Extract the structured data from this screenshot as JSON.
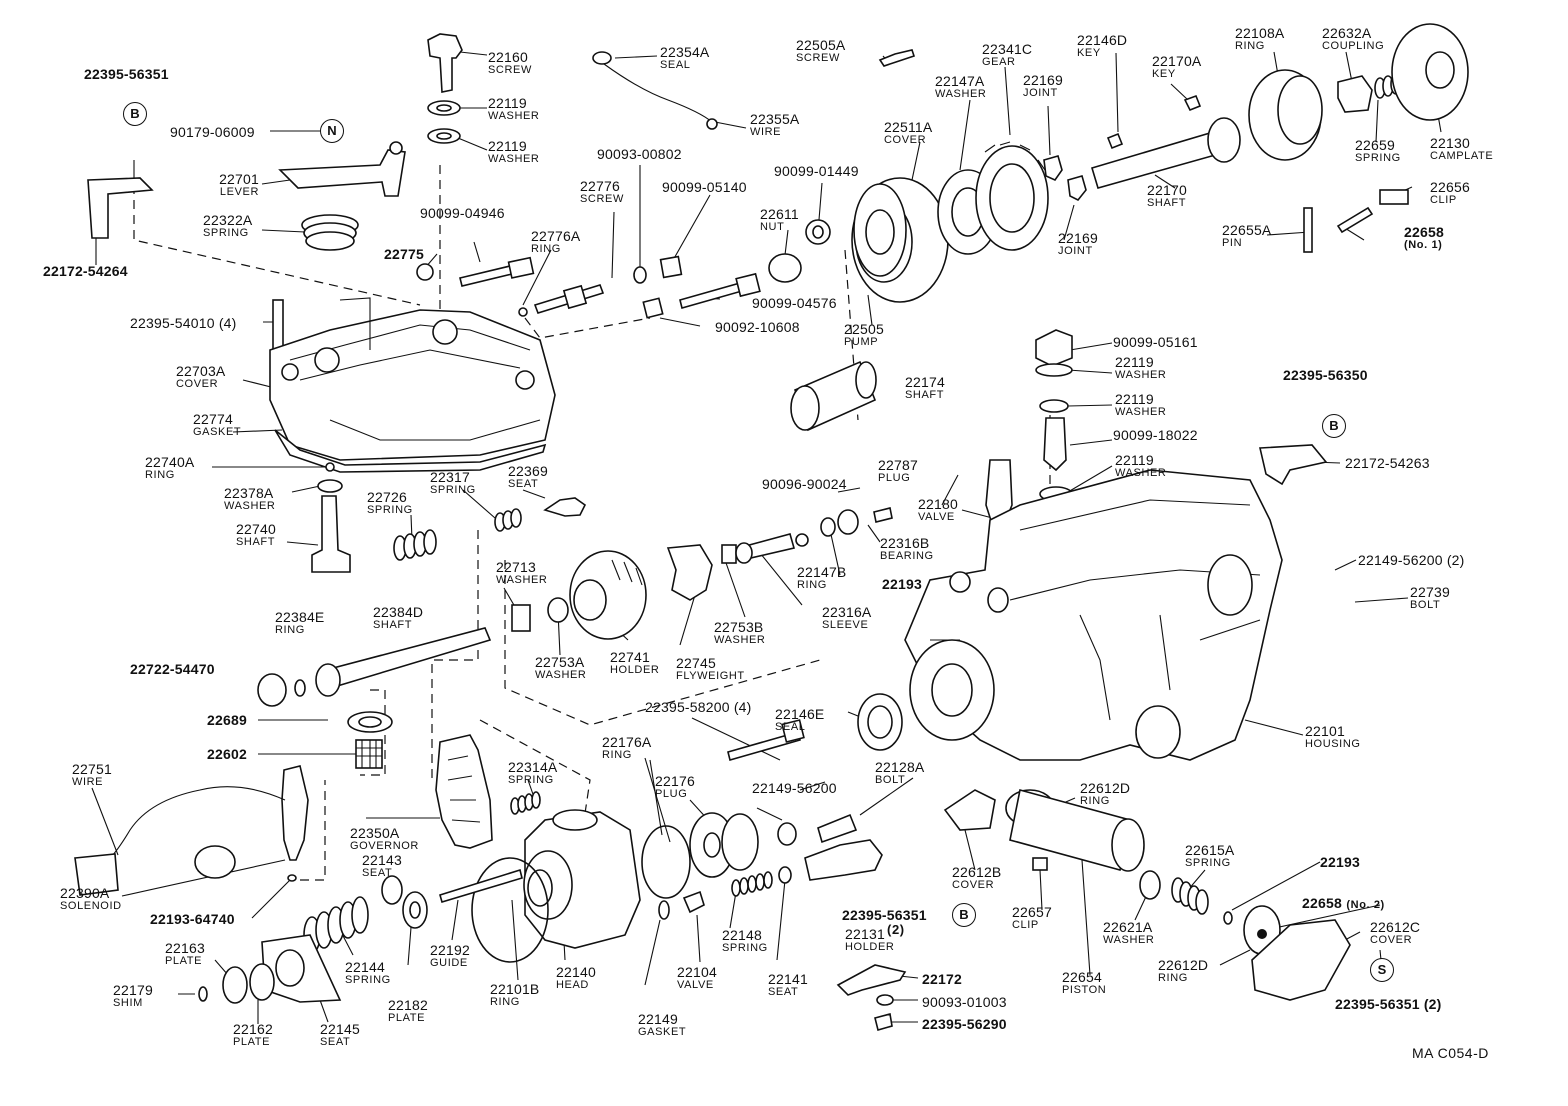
{
  "diagram_code": "MA C054-D",
  "marks": {
    "b": "B",
    "n": "N",
    "s": "S"
  },
  "parts": {
    "p22395_56351_top": {
      "no": "22395-56351"
    },
    "p90179_06009": {
      "no": "90179-06009"
    },
    "p22701": {
      "no": "22701",
      "name": "LEVER"
    },
    "p22322A": {
      "no": "22322A",
      "name": "SPRING"
    },
    "p22172_54264": {
      "no": "22172-54264"
    },
    "p22775": {
      "no": "22775"
    },
    "p22395_54010": {
      "no": "22395-54010 (4)"
    },
    "p22703A": {
      "no": "22703A",
      "name": "COVER"
    },
    "p22774": {
      "no": "22774",
      "name": "GASKET"
    },
    "p22740A": {
      "no": "22740A",
      "name": "RING"
    },
    "p22378A": {
      "no": "22378A",
      "name": "WASHER"
    },
    "p22740": {
      "no": "22740",
      "name": "SHAFT"
    },
    "p22726": {
      "no": "22726",
      "name": "SPRING"
    },
    "p22317": {
      "no": "22317",
      "name": "SPRING"
    },
    "p22369": {
      "no": "22369",
      "name": "SEAT"
    },
    "p22160": {
      "no": "22160",
      "name": "SCREW"
    },
    "p22119_a": {
      "no": "22119",
      "name": "WASHER"
    },
    "p22119_b": {
      "no": "22119",
      "name": "WASHER"
    },
    "p22354A": {
      "no": "22354A",
      "name": "SEAL"
    },
    "p22355A": {
      "no": "22355A",
      "name": "WIRE"
    },
    "p90093_00802": {
      "no": "90093-00802"
    },
    "p22776": {
      "no": "22776",
      "name": "SCREW"
    },
    "p90099_05140": {
      "no": "90099-05140"
    },
    "p90099_04946": {
      "no": "90099-04946"
    },
    "p22776A": {
      "no": "22776A",
      "name": "RING"
    },
    "p22611": {
      "no": "22611",
      "name": "NUT"
    },
    "p90099_01449": {
      "no": "90099-01449"
    },
    "p90099_04576": {
      "no": "90099-04576"
    },
    "p90092_10608": {
      "no": "90092-10608"
    },
    "p22505A": {
      "no": "22505A",
      "name": "SCREW"
    },
    "p22511A": {
      "no": "22511A",
      "name": "COVER"
    },
    "p22505": {
      "no": "22505",
      "name": "PUMP"
    },
    "p22341C": {
      "no": "22341C",
      "name": "GEAR"
    },
    "p22147A": {
      "no": "22147A",
      "name": "WASHER"
    },
    "p22169_a": {
      "no": "22169",
      "name": "JOINT"
    },
    "p22169_b": {
      "no": "22169",
      "name": "JOINT"
    },
    "p22146D": {
      "no": "22146D",
      "name": "KEY"
    },
    "p22170A": {
      "no": "22170A",
      "name": "KEY"
    },
    "p22170": {
      "no": "22170",
      "name": "SHAFT"
    },
    "p22108A": {
      "no": "22108A",
      "name": "RING"
    },
    "p22632A": {
      "no": "22632A",
      "name": "COUPLING"
    },
    "p22659": {
      "no": "22659",
      "name": "SPRING"
    },
    "p22130": {
      "no": "22130",
      "name": "CAMPLATE"
    },
    "p22656": {
      "no": "22656",
      "name": "CLIP"
    },
    "p22655A": {
      "no": "22655A",
      "name": "PIN"
    },
    "p22658_1": {
      "no": "22658",
      "name": "(No. 1)"
    },
    "p22174": {
      "no": "22174",
      "name": "SHAFT"
    },
    "p90099_05161": {
      "no": "90099-05161"
    },
    "p22119_c": {
      "no": "22119",
      "name": "WASHER"
    },
    "p22119_d": {
      "no": "22119",
      "name": "WASHER"
    },
    "p90099_18022": {
      "no": "90099-18022"
    },
    "p22119_e": {
      "no": "22119",
      "name": "WASHER"
    },
    "p22395_56350": {
      "no": "22395-56350"
    },
    "p22172_54263": {
      "no": "22172-54263"
    },
    "p22787": {
      "no": "22787",
      "name": "PLUG"
    },
    "p90096_90024": {
      "no": "90096-90024"
    },
    "p22180": {
      "no": "22180",
      "name": "VALVE"
    },
    "p22316B": {
      "no": "22316B",
      "name": "BEARING"
    },
    "p22147B": {
      "no": "22147B",
      "name": "RING"
    },
    "p22193_a": {
      "no": "22193"
    },
    "p22316A": {
      "no": "22316A",
      "name": "SLEEVE"
    },
    "p22753B": {
      "no": "22753B",
      "name": "WASHER"
    },
    "p22745": {
      "no": "22745",
      "name": "FLYWEIGHT"
    },
    "p22741": {
      "no": "22741",
      "name": "HOLDER"
    },
    "p22753A": {
      "no": "22753A",
      "name": "WASHER"
    },
    "p22713": {
      "no": "22713",
      "name": "WASHER"
    },
    "p22149_56200_2": {
      "no": "22149-56200 (2)"
    },
    "p22739": {
      "no": "22739",
      "name": "BOLT"
    },
    "p22384E": {
      "no": "22384E",
      "name": "RING"
    },
    "p22384D": {
      "no": "22384D",
      "name": "SHAFT"
    },
    "p22722_54470": {
      "no": "22722-54470"
    },
    "p22689": {
      "no": "22689"
    },
    "p22602": {
      "no": "22602"
    },
    "p22395_58200": {
      "no": "22395-58200 (4)"
    },
    "p22146E": {
      "no": "22146E",
      "name": "SEAL"
    },
    "p22101": {
      "no": "22101",
      "name": "HOUSING"
    },
    "p22751": {
      "no": "22751",
      "name": "WIRE"
    },
    "p22390A": {
      "no": "22390A",
      "name": "SOLENOID"
    },
    "p22193_64740": {
      "no": "22193-64740"
    },
    "p22350A": {
      "no": "22350A",
      "name": "GOVERNOR"
    },
    "p22314A": {
      "no": "22314A",
      "name": "SPRING"
    },
    "p22176A": {
      "no": "22176A",
      "name": "RING"
    },
    "p22176": {
      "no": "22176",
      "name": "PLUG"
    },
    "p22149_56200": {
      "no": "22149-56200"
    },
    "p22128A": {
      "no": "22128A",
      "name": "BOLT"
    },
    "p22612D_a": {
      "no": "22612D",
      "name": "RING"
    },
    "p22612B": {
      "no": "22612B",
      "name": "COVER"
    },
    "p22657": {
      "no": "22657",
      "name": "CLIP"
    },
    "p22615A": {
      "no": "22615A",
      "name": "SPRING"
    },
    "p22193_b": {
      "no": "22193"
    },
    "p22658_2": {
      "no": "22658",
      "name": "(No. 2)"
    },
    "p22612C": {
      "no": "22612C",
      "name": "COVER"
    },
    "p22612D_b": {
      "no": "22612D",
      "name": "RING"
    },
    "p22395_56351_s": {
      "no": "22395-56351 (2)"
    },
    "p22621A": {
      "no": "22621A",
      "name": "WASHER"
    },
    "p22654": {
      "no": "22654",
      "name": "PISTON"
    },
    "p22395_56351_b2": {
      "no": "22395-56351",
      "name": "(2)"
    },
    "p22131": {
      "no": "22131",
      "name": "HOLDER"
    },
    "p22172": {
      "no": "22172"
    },
    "p90093_01003": {
      "no": "90093-01003"
    },
    "p22395_56290": {
      "no": "22395-56290"
    },
    "p22141": {
      "no": "22141",
      "name": "SEAT"
    },
    "p22148": {
      "no": "22148",
      "name": "SPRING"
    },
    "p22104": {
      "no": "22104",
      "name": "VALVE"
    },
    "p22149": {
      "no": "22149",
      "name": "GASKET"
    },
    "p22140": {
      "no": "22140",
      "name": "HEAD"
    },
    "p22101B": {
      "no": "22101B",
      "name": "RING"
    },
    "p22192": {
      "no": "22192",
      "name": "GUIDE"
    },
    "p22182": {
      "no": "22182",
      "name": "PLATE"
    },
    "p22143": {
      "no": "22143",
      "name": "SEAT"
    },
    "p22144": {
      "no": "22144",
      "name": "SPRING"
    },
    "p22145": {
      "no": "22145",
      "name": "SEAT"
    },
    "p22163": {
      "no": "22163",
      "name": "PLATE"
    },
    "p22162": {
      "no": "22162",
      "name": "PLATE"
    },
    "p22179": {
      "no": "22179",
      "name": "SHIM"
    }
  }
}
